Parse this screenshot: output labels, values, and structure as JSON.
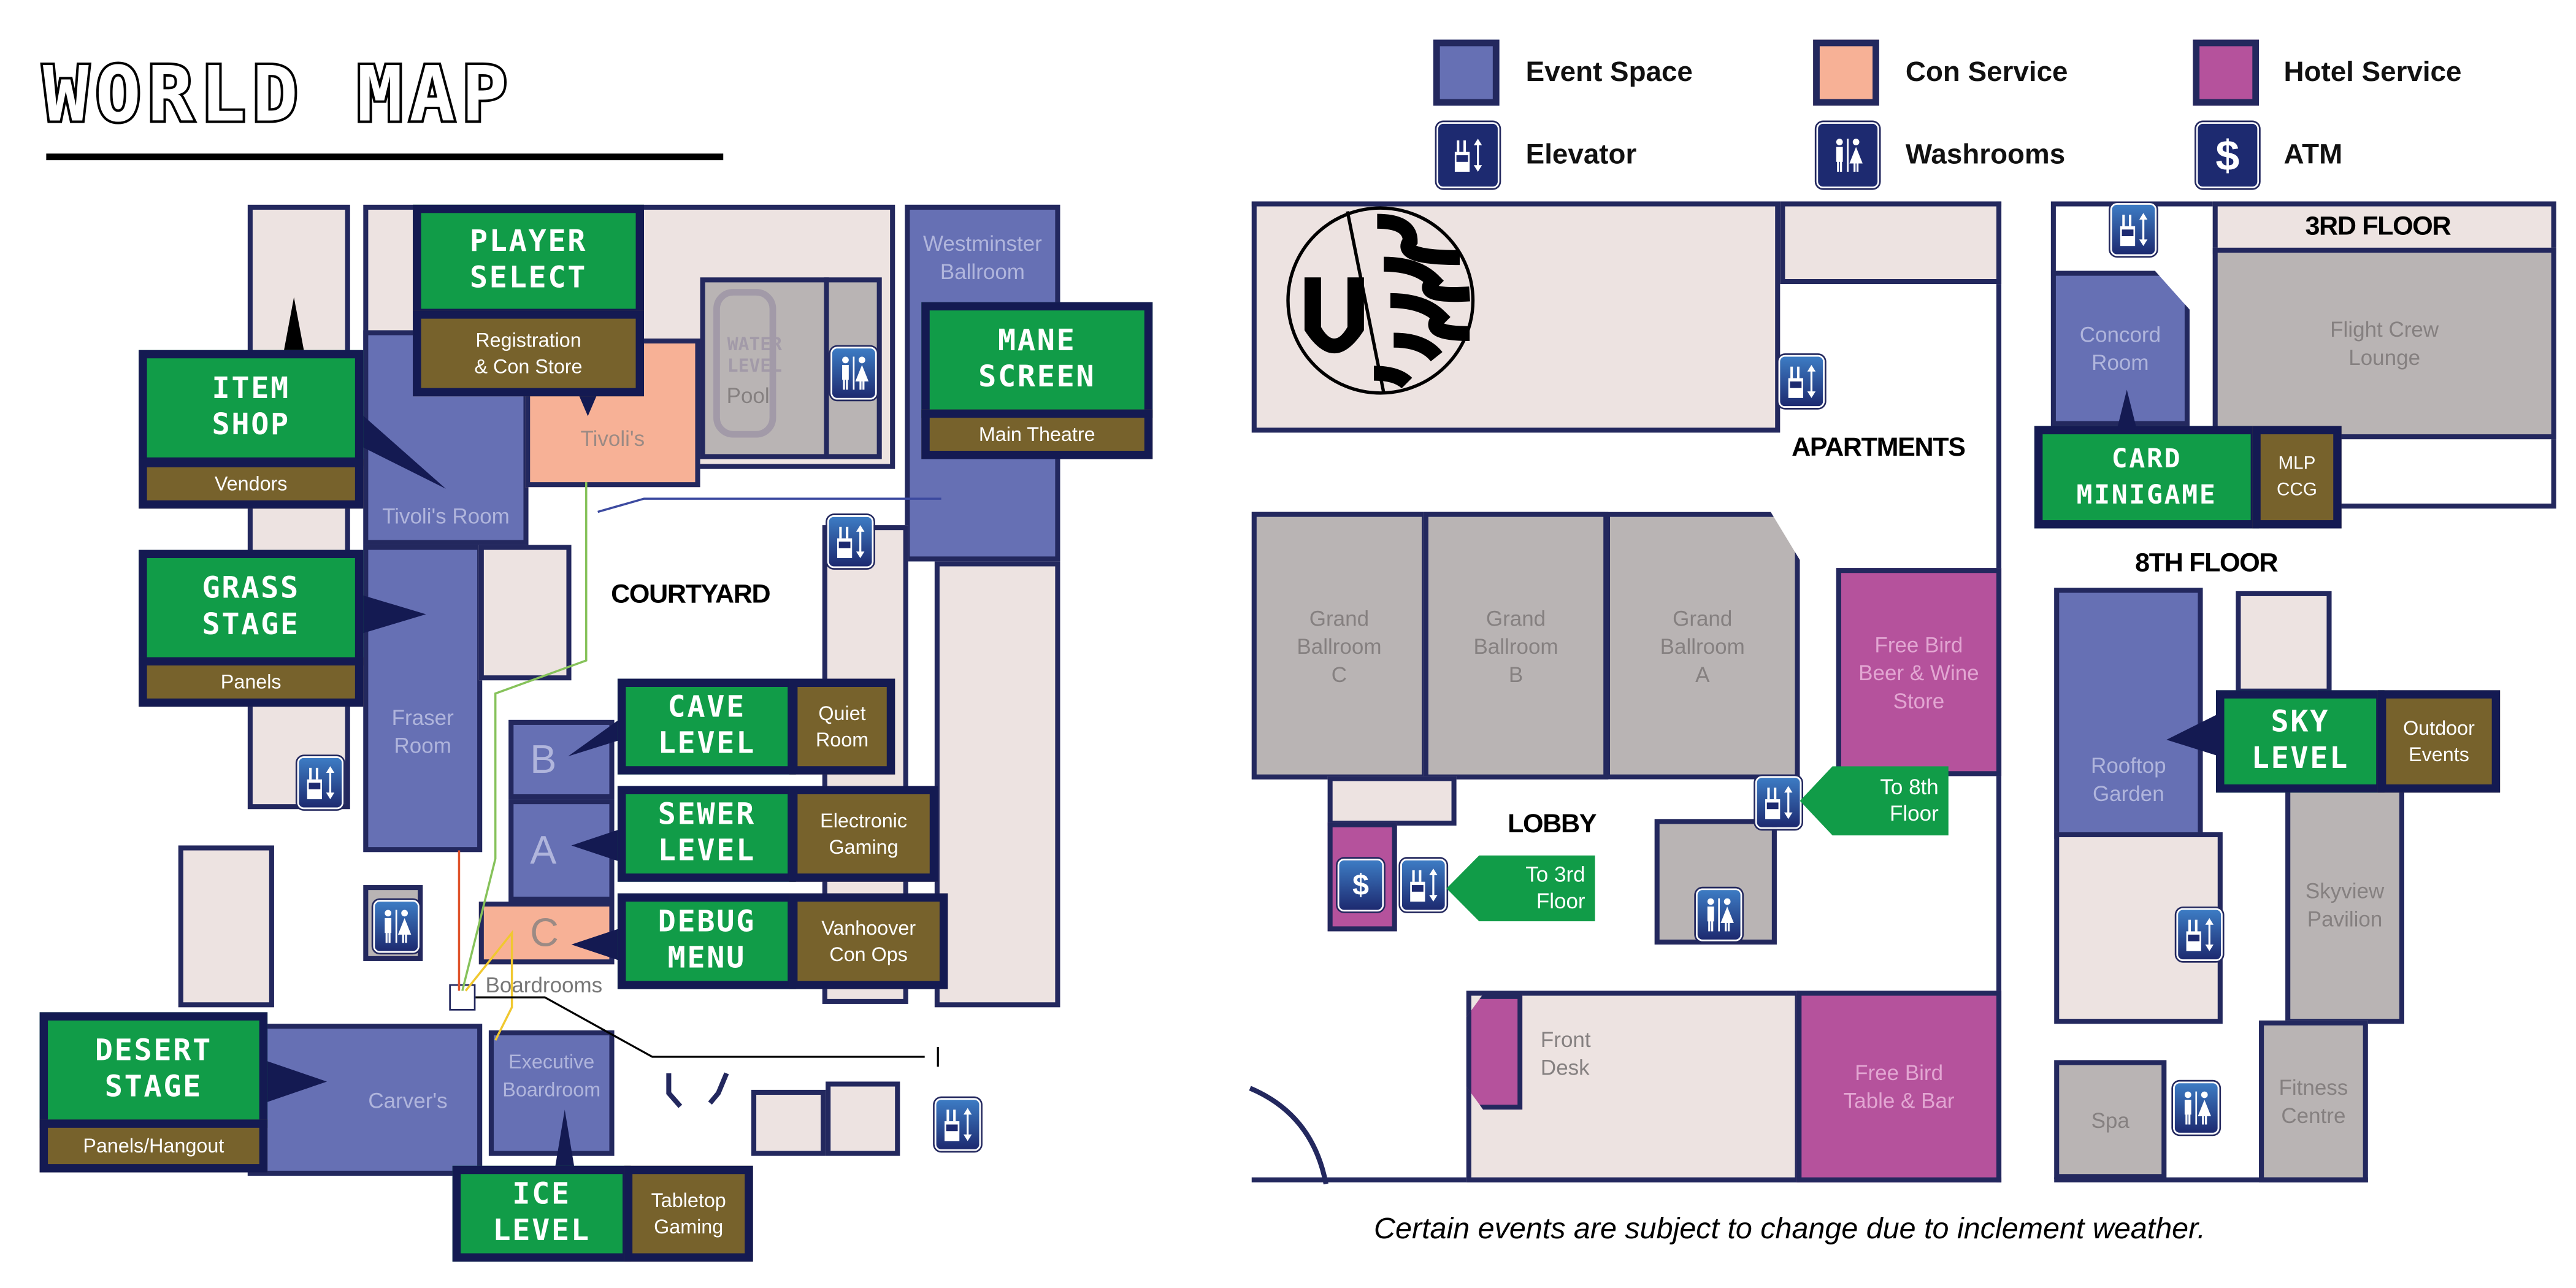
{
  "title": "WORLD MAP",
  "legend": {
    "items": [
      {
        "label": "Event Space",
        "color": "#6670b4"
      },
      {
        "label": "Con Service",
        "color": "#f7b196"
      },
      {
        "label": "Hotel Service",
        "color": "#b5529c"
      },
      {
        "label": "Elevator",
        "icon": "elevator-icon"
      },
      {
        "label": "Washrooms",
        "icon": "washroom-icon"
      },
      {
        "label": "ATM",
        "icon": "atm-icon"
      }
    ]
  },
  "areas": {
    "courtyard": "COURTYARD",
    "apartments": "APARTMENTS",
    "lobby": "LOBBY",
    "third_floor": "3RD FLOOR",
    "eighth_floor": "8TH FLOOR"
  },
  "rooms": {
    "westminster": "Westminster\nBallroom",
    "tivolis_room": "Tivoli's Room",
    "tivolis": "Tivoli's",
    "pool_sign": "WATER\nLEVEL",
    "pool": "Pool",
    "fraser": "Fraser\nRoom",
    "b": "B",
    "a": "A",
    "c": "C",
    "boardrooms": "Boardrooms",
    "carvers": "Carver's",
    "executive": "Executive\nBoardroom",
    "grand_c": "Grand\nBallroom\nC",
    "grand_b": "Grand\nBallroom\nB",
    "grand_a": "Grand\nBallroom\nA",
    "free_bird_store": "Free Bird\nBeer & Wine\nStore",
    "front_desk": "Front\nDesk",
    "free_bird_bar": "Free Bird\nTable & Bar",
    "concord": "Concord\nRoom",
    "flight_crew": "Flight Crew\nLounge",
    "rooftop": "Rooftop\nGarden",
    "skyview": "Skyview\nPavilion",
    "spa": "Spa",
    "fitness": "Fitness\nCentre"
  },
  "callouts": [
    {
      "title": "ITEM\nSHOP",
      "sub": "Vendors"
    },
    {
      "title": "PLAYER\nSELECT",
      "sub": "Registration\n& Con Store"
    },
    {
      "title": "GRASS\nSTAGE",
      "sub": "Panels"
    },
    {
      "title": "MANE\nSCREEN",
      "sub": "Main Theatre"
    },
    {
      "title": "CAVE\nLEVEL",
      "sub": "Quiet\nRoom"
    },
    {
      "title": "SEWER\nLEVEL",
      "sub": "Electronic\nGaming"
    },
    {
      "title": "DEBUG\nMENU",
      "sub": "Vanhoover\nCon Ops"
    },
    {
      "title": "DESERT\nSTAGE",
      "sub": "Panels/Hangout"
    },
    {
      "title": "ICE\nLEVEL",
      "sub": "Tabletop\nGaming"
    },
    {
      "title": "CARD\nMINIGAME",
      "sub": "MLP\nCCG"
    },
    {
      "title": "SKY\nLEVEL",
      "sub": "Outdoor\nEvents"
    }
  ],
  "directions": {
    "to_8th": "To 8th\nFloor",
    "to_3rd": "To 3rd\nFloor"
  },
  "atm_symbol": "$",
  "footer_note": "Certain events are subject to change due to inclement weather."
}
